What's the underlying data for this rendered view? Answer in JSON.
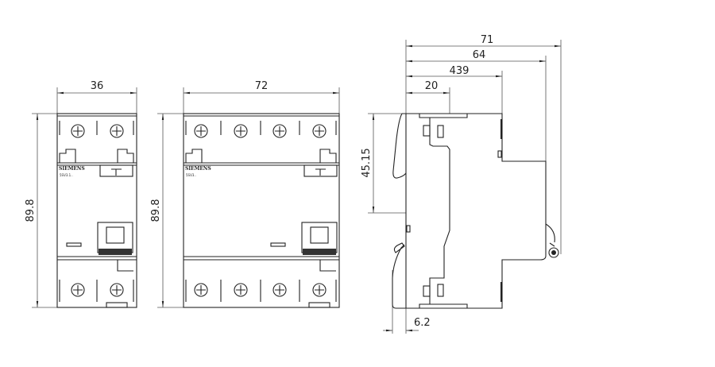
{
  "drawing": {
    "front_view_2pole": {
      "width_label": "36",
      "height_label": "89.8",
      "brand": "SIEMENS",
      "model": "5SV3.1.."
    },
    "front_view_4pole": {
      "width_label": "72",
      "height_label": "89.8",
      "brand": "SIEMENS",
      "model": "5SV3.."
    },
    "side_view": {
      "dim_overall": "71",
      "dim_64": "64",
      "dim_439": "439",
      "dim_20": "20",
      "dim_height": "45.15",
      "dim_offset": "6.2"
    }
  }
}
